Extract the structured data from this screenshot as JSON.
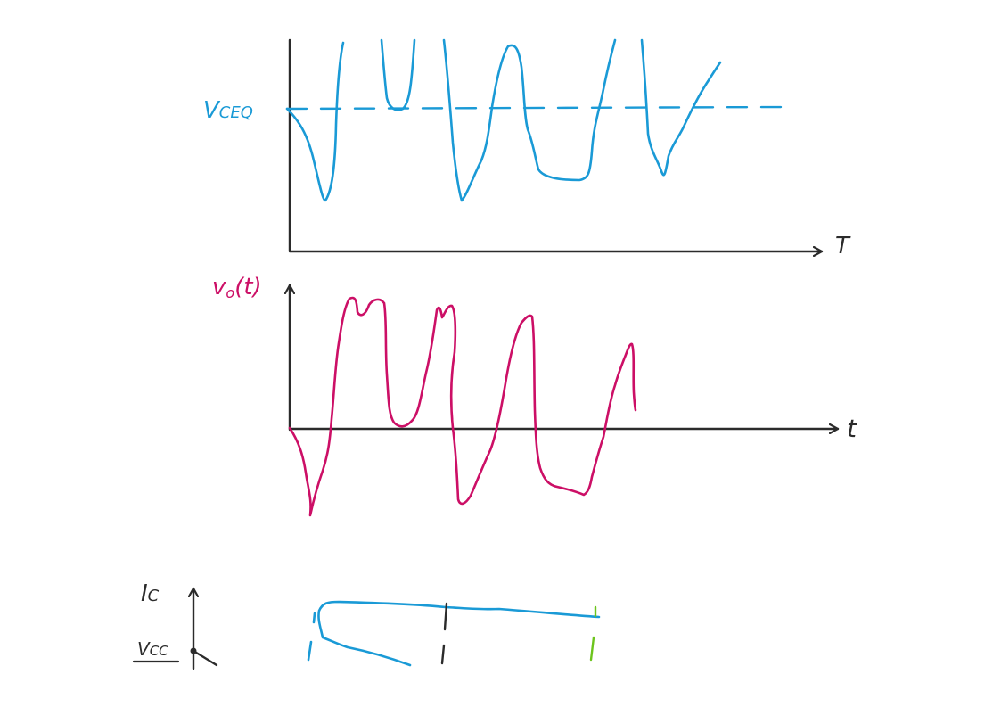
{
  "colors": {
    "blue": "#1a9ad6",
    "magenta": "#cc0f66",
    "axis": "#2b2b2b",
    "green": "#6cc41c"
  },
  "top_plot": {
    "level_label": "V",
    "level_sub": "CEQ",
    "x_axis_label": "T"
  },
  "middle_plot": {
    "y_label": "v",
    "y_sub": "o",
    "y_suffix": "(t)",
    "x_axis_label": "t"
  },
  "bottom_plot": {
    "y_label": "I",
    "y_sub": "C",
    "marker_label": "V",
    "marker_sub": "CC"
  }
}
